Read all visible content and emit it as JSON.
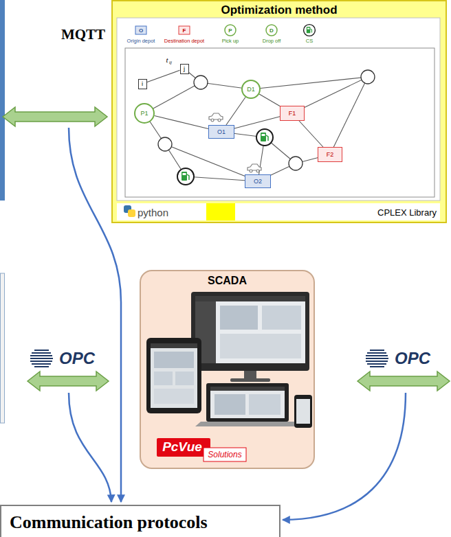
{
  "diagram": {
    "nodes": [
      {
        "text": [
          "Optimization method"
        ]
      },
      {
        "text": [
          "i"
        ],
        "in": 0
      },
      {
        "text": [
          "j"
        ],
        "in": 0
      },
      {
        "text": [
          "D1"
        ],
        "in": 0
      },
      {
        "text": [
          "P1"
        ],
        "in": 0
      },
      {
        "text": [
          "F1"
        ],
        "in": 0
      },
      {
        "text": [
          "O1"
        ],
        "in": 0
      },
      {
        "text": [
          "F2"
        ],
        "in": 0
      },
      {
        "text": [
          "O2"
        ],
        "in": 0
      },
      {
        "text": [
          "SCADA"
        ]
      },
      {
        "text": [
          "Communication protocols"
        ]
      }
    ],
    "edges": [
      {
        "from": 1,
        "to": 2,
        "arrow": "none"
      },
      {
        "from": 4,
        "to": 6,
        "arrow": "none"
      },
      {
        "from": 3,
        "to": 6,
        "arrow": "none"
      },
      {
        "from": 3,
        "to": 5,
        "arrow": "none"
      },
      {
        "from": 6,
        "to": 5,
        "arrow": "none"
      },
      {
        "from": 5,
        "to": 7,
        "arrow": "none"
      }
    ],
    "labels": [
      "MQTT",
      "O",
      "F",
      "P",
      "D",
      "t",
      "ij",
      "python",
      "CPLEX Library",
      "OPC",
      "PcVue",
      "Solutions",
      "OPC"
    ],
    "legend": [
      {
        "text": "Origin depot"
      },
      {
        "text": "Destination depot"
      },
      {
        "text": "Pick up"
      },
      {
        "text": "Drop off"
      },
      {
        "text": "CS"
      }
    ]
  }
}
